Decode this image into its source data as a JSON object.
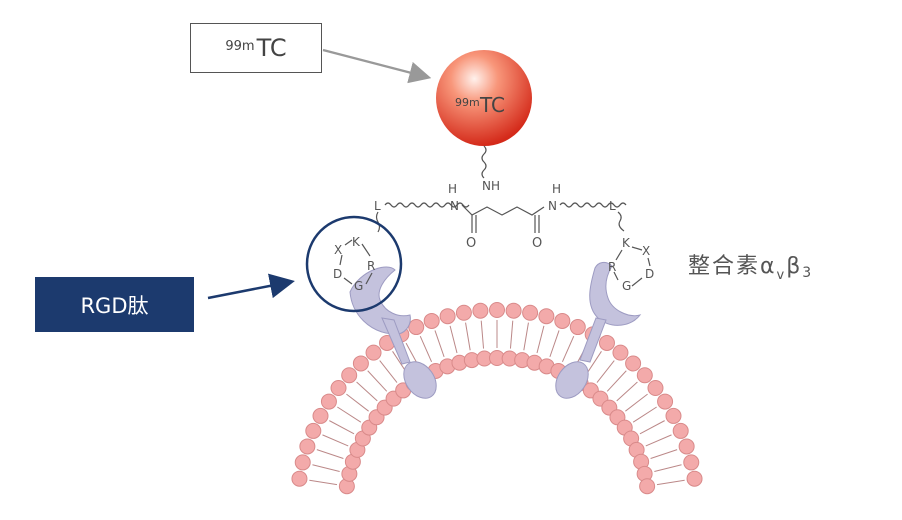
{
  "isotope_box": {
    "sup": "99m",
    "text": "TC"
  },
  "sphere": {
    "sup": "99m",
    "text": "TC"
  },
  "rgd_label": "RGD肽",
  "integrin": {
    "main": "整合素α",
    "sub_v": "v",
    "beta": "β",
    "sub_3": "3"
  },
  "linker": {
    "nh_top": "NH",
    "amide_left_h": "H",
    "amide_left_n": "N",
    "amide_right_h": "H",
    "amide_right_n": "N",
    "o_left": "O",
    "o_right": "O",
    "l_left": "L",
    "l_right": "L"
  },
  "left_peptide": {
    "x": "X",
    "k": "K",
    "r": "R",
    "d": "D",
    "g": "G"
  },
  "right_peptide": {
    "k": "K",
    "x": "X",
    "r": "R",
    "d": "D",
    "g": "G"
  },
  "colors": {
    "navy": "#1c3a6e",
    "membrane_bead": "#f3aaaa",
    "receptor": "#c4c2dd",
    "sphere": "#e53a28"
  }
}
